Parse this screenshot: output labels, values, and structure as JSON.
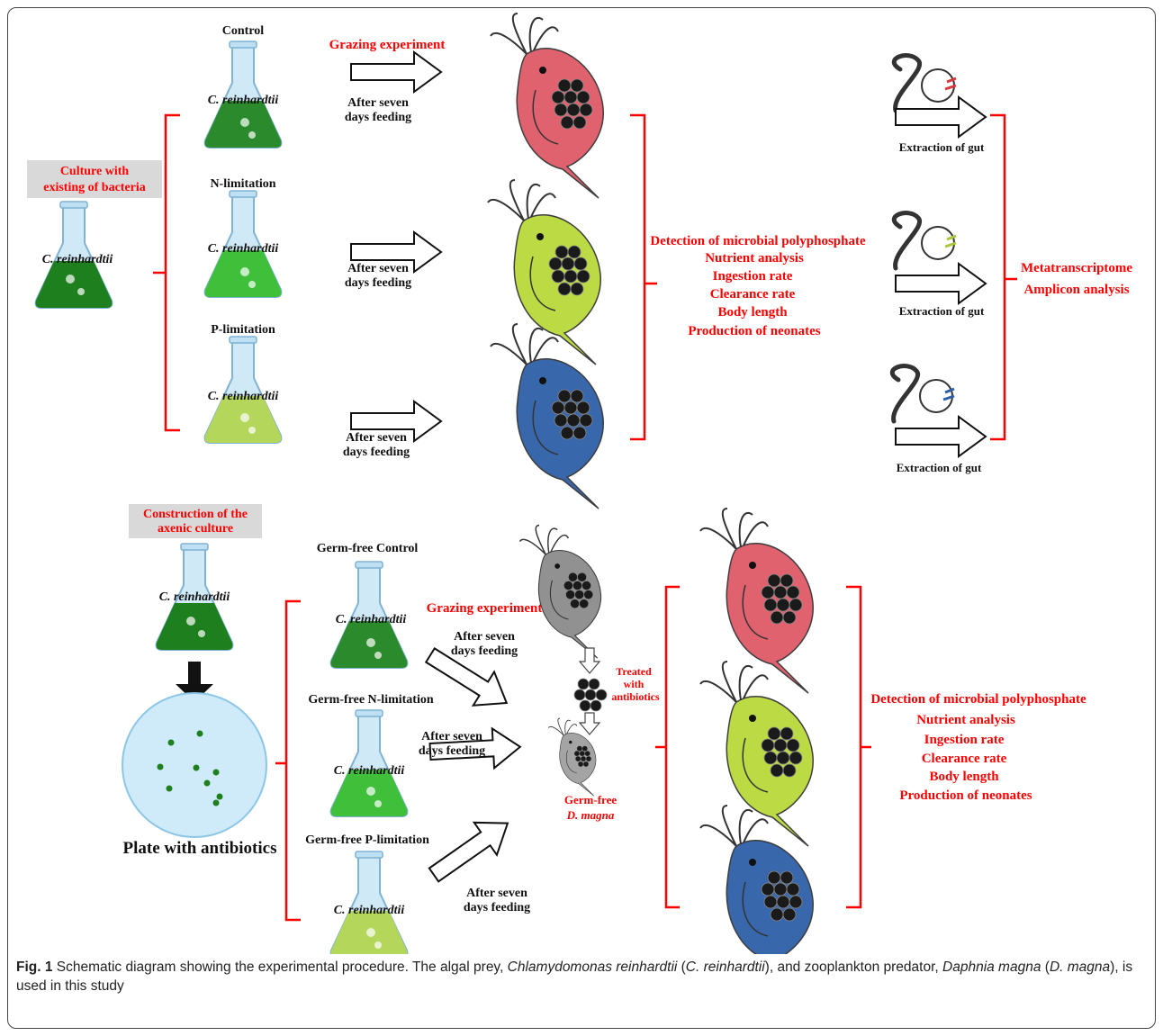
{
  "labels": {
    "control": "Control",
    "n_limitation": "N-limitation",
    "p_limitation": "P-limitation",
    "species": "C. reinhardtii",
    "grazing_experiment": "Grazing experiment",
    "after_seven": "After seven",
    "days_feeding": "days feeding",
    "culture_line1": "Culture with",
    "culture_line2": "existing of bacteria",
    "extraction_of_gut": "Extraction of gut",
    "metatranscriptome": "Metatranscriptome",
    "amplicon_analysis": "Amplicon analysis",
    "axenic_line1": "Construction of the",
    "axenic_line2": "axenic culture",
    "plate_with_antibiotics": "Plate with antibiotics",
    "germ_free_control": "Germ-free Control",
    "germ_free_n": "Germ-free N-limitation",
    "germ_free_p": "Germ-free P-limitation",
    "treated_line1": "Treated",
    "treated_line2": "with",
    "treated_line3": "antibiotics",
    "germ_free": "Germ-free",
    "d_magna": "D. magna"
  },
  "analyses": [
    "Detection of microbial polyphosphate",
    "Nutrient analysis",
    "Ingestion rate",
    "Clearance rate",
    "Body length",
    "Production of neonates"
  ],
  "caption": {
    "figure_label": "Fig. 1",
    "t1": " Schematic diagram showing the experimental procedure. The algal prey, ",
    "i1": "Chlamydomonas reinhardtii",
    "t2": " (",
    "i2": "C. reinhardtii",
    "t3": "), and zooplankton predator, ",
    "i3": "Daphnia magna",
    "t4": " (",
    "i4": "D. magna",
    "t5": "), is used in this study"
  },
  "colors": {
    "red_text": "#ff0000",
    "dark_green": "#1e7f1e",
    "mid_green": "#3fbf3a",
    "light_green": "#b4d65a",
    "red_daphnia": "#e05a68",
    "green_daphnia": "#b8d93a",
    "blue_daphnia": "#2e5fa8",
    "gray_daphnia": "#8c8c8c",
    "label_box": "#d9d9d9"
  }
}
